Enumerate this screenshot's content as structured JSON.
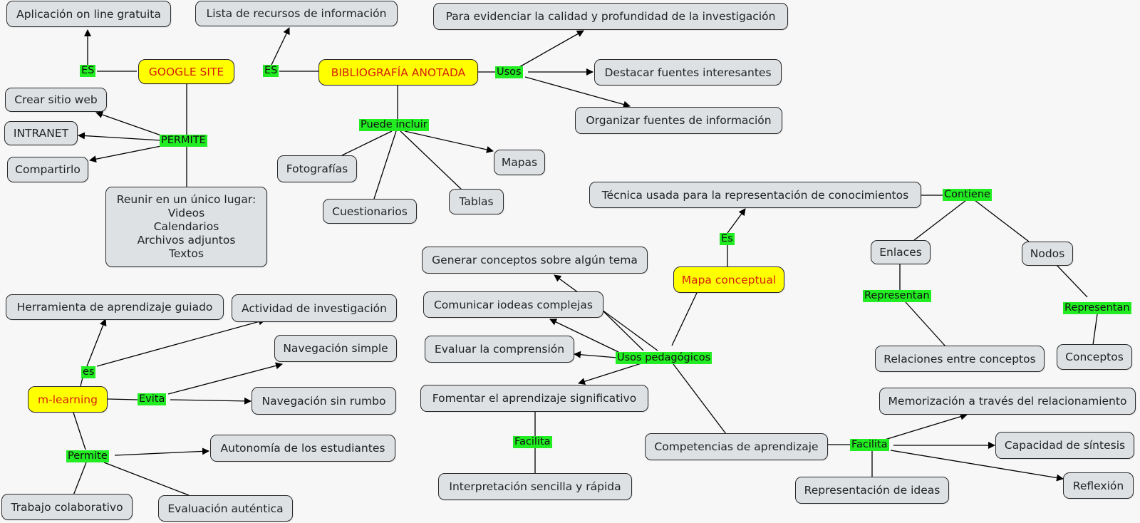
{
  "nodes": {
    "aplicacion": "Aplicación on line gratuita",
    "google_site": "GOOGLE SITE",
    "crear_sitio": "Crear sitio web",
    "intranet": "INTRANET",
    "compartirlo": "Compartirlo",
    "reunir": [
      "Reunir en un único lugar:",
      "Videos",
      "Calendarios",
      "Archivos adjuntos",
      "Textos"
    ],
    "lista_recursos": "Lista de recursos de información",
    "bibliografia": "BIBLIOGRAFÍA ANOTADA",
    "evidenciar": "Para evidenciar la calidad y profundidad de la investigación",
    "destacar": "Destacar fuentes interesantes",
    "organizar": "Organizar fuentes de información",
    "fotografias": "Fotografías",
    "cuestionarios": "Cuestionarios",
    "tablas": "Tablas",
    "mapas": "Mapas",
    "tecnica": "Técnica usada para la representación de conocimientos",
    "enlaces": "Enlaces",
    "nodos": "Nodos",
    "relaciones": "Relaciones entre conceptos",
    "conceptos": "Conceptos",
    "mapa_conceptual": "Mapa conceptual",
    "generar": "Generar conceptos sobre algún tema",
    "comunicar": "Comunicar iodeas complejas",
    "evaluar": "Evaluar la comprensión",
    "fomentar": "Fomentar el aprendizaje significativo",
    "interpretacion": "Interpretación sencilla y rápida",
    "competencias": "Competencias de aprendizaje",
    "memorizacion": "Memorización a través del relacionamiento",
    "sintesis": "Capacidad de síntesis",
    "representacion": "Representación de ideas",
    "reflexion": "Reflexión",
    "herramienta": "Herramienta de aprendizaje guiado",
    "actividad": "Actividad de investigación",
    "nav_simple": "Navegación simple",
    "nav_sin_rumbo": "Navegación sin rumbo",
    "m_learning": "m-learning",
    "autonomia": "Autonomía de los estudiantes",
    "trabajo": "Trabajo colaborativo",
    "evaluacion": "Evaluación auténtica"
  },
  "links": {
    "es_google": "ES",
    "permite_google": "PERMITE",
    "es_biblio": "ES",
    "usos": "Usos",
    "puede_incluir": "Puede incluir",
    "contiene": "Contiene",
    "representan_1": "Representan",
    "representan_2": "Representan",
    "es_mapa": "Es",
    "usos_pedagogicos": "Usos pedagógicos",
    "facilita_1": "Facilita",
    "facilita_2": "Facilita",
    "es_mlearning": "es",
    "evita": "Evita",
    "permite_mlearning": "Permite"
  },
  "colors": {
    "concept_fill": "#dde1e4",
    "main_fill": "#ffff00",
    "main_text": "#d51f0e",
    "link_fill": "#22ec22",
    "line": "#000000",
    "background": "#f7f7f7"
  }
}
